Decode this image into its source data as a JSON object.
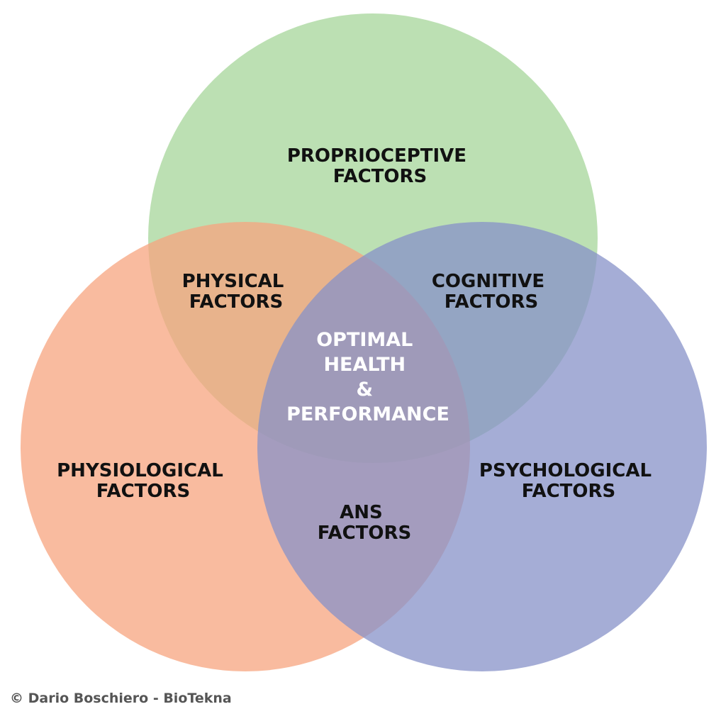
{
  "colors": {
    "top_circle": "#a6d59a",
    "left_circle": "#f7a47f",
    "right_circle": "#8791c8",
    "center_text": "#ffffff",
    "label_text": "#111111",
    "copyright_text": "#555555",
    "background": "#ffffff"
  },
  "sets": {
    "top": {
      "line1": "PROPRIOCEPTIVE",
      "line2": "FACTORS"
    },
    "left": {
      "line1": "PHYSIOLOGICAL",
      "line2": "FACTORS"
    },
    "right": {
      "line1": "PSYCHOLOGICAL",
      "line2": "FACTORS"
    }
  },
  "intersections": {
    "top_left": {
      "line1": "PHYSICAL",
      "line2": "FACTORS"
    },
    "top_right": {
      "line1": "COGNITIVE",
      "line2": "FACTORS"
    },
    "left_right": {
      "line1": "ANS",
      "line2": "FACTORS"
    },
    "center": {
      "line1": "OPTIMAL",
      "line2": "HEALTH",
      "line3": "&",
      "line4": "PERFORMANCE"
    }
  },
  "footer": {
    "copyright": "© Dario Boschiero - BioTekna"
  }
}
